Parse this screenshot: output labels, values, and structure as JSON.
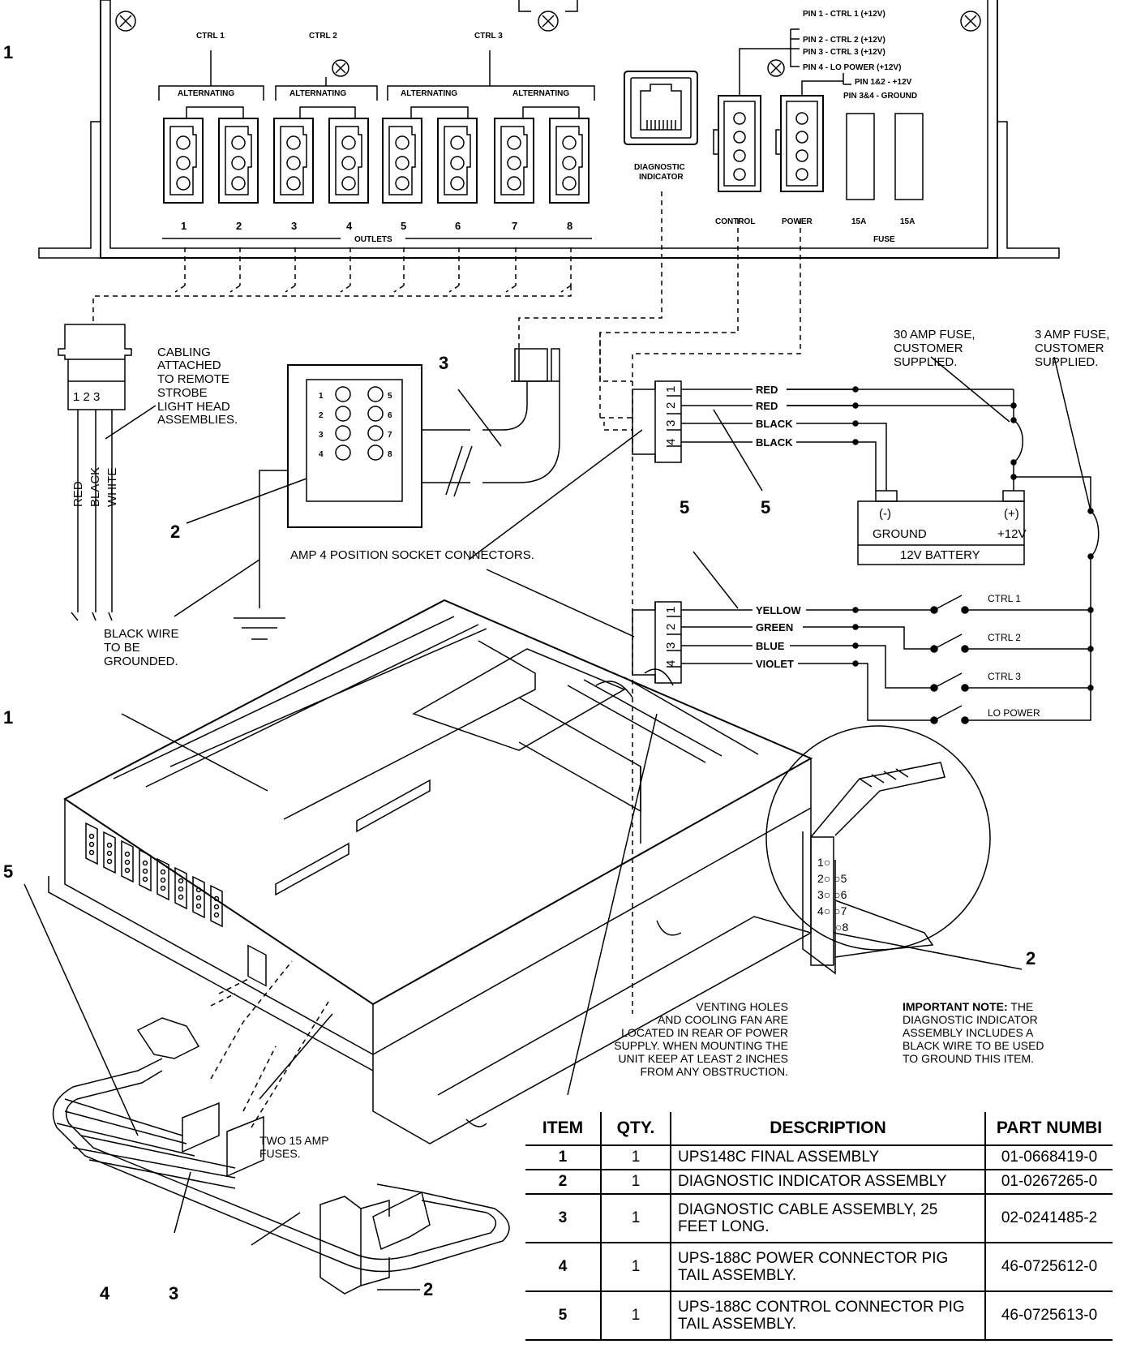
{
  "panel": {
    "ctrl_groups": [
      "CTRL 1",
      "CTRL 2",
      "CTRL 3"
    ],
    "alternating_label": "ALTERNATING",
    "outlet_numbers": [
      "1",
      "2",
      "3",
      "4",
      "5",
      "6",
      "7",
      "8"
    ],
    "outlets_label": "OUTLETS",
    "diagnostic_label_1": "DIAGNOSTIC",
    "diagnostic_label_2": "INDICATOR",
    "control_label": "CONTROL",
    "power_label": "POWER",
    "fuse_rating_1": "15A",
    "fuse_rating_2": "15A",
    "fuse_label": "FUSE",
    "control_pins": [
      "PIN 1 - CTRL 1 (+12V)",
      "PIN 2 - CTRL 2 (+12V)",
      "PIN 3 - CTRL 3 (+12V)",
      "PIN 4 - LO POWER (+12V)"
    ],
    "power_pins": [
      "PIN 1&2 - +12V",
      "PIN 3&4 - GROUND"
    ]
  },
  "cabling": {
    "pins": "1 2 3",
    "note": [
      "CABLING",
      "ATTACHED",
      "TO REMOTE",
      "STROBE",
      "LIGHT HEAD",
      "ASSEMBLIES."
    ],
    "wires": [
      "RED",
      "BLACK",
      "WHITE"
    ],
    "ground_note": [
      "BLACK WIRE",
      "TO BE",
      "GROUNDED."
    ]
  },
  "indicator": {
    "pins_left": [
      "1",
      "2",
      "3",
      "4"
    ],
    "pins_right": [
      "5",
      "6",
      "7",
      "8"
    ]
  },
  "amp_label": "AMP 4 POSITION SOCKET CONNECTORS.",
  "power_connector": {
    "pins": [
      "1",
      "2",
      "3",
      "4"
    ],
    "wires": [
      "RED",
      "RED",
      "BLACK",
      "BLACK"
    ]
  },
  "control_connector": {
    "pins": [
      "1",
      "2",
      "3",
      "4"
    ],
    "wires": [
      "YELLOW",
      "GREEN",
      "BLUE",
      "VIOLET"
    ]
  },
  "fuse30": [
    "30 AMP FUSE,",
    "CUSTOMER",
    "SUPPLIED."
  ],
  "fuse3": [
    "3 AMP FUSE,",
    "CUSTOMER",
    "SUPPLIED."
  ],
  "battery": {
    "neg": "(-)",
    "pos": "(+)",
    "ground": "GROUND",
    "v12": "+12V",
    "label": "12V BATTERY"
  },
  "switches": [
    "CTRL 1",
    "CTRL 2",
    "CTRL 3",
    "LO POWER"
  ],
  "callouts": {
    "c1_top": "1",
    "c3_top": "3",
    "c2_top": "2",
    "c5a": "5",
    "c5b": "5",
    "c1_mid": "1",
    "c2_round": "2",
    "c5_bottom": "5",
    "c4": "4",
    "c3_bottom": "3",
    "c2_bottom": "2"
  },
  "venting_note": [
    "VENTING HOLES",
    "AND COOLING FAN ARE",
    "LOCATED IN REAR OF POWER",
    "SUPPLY. WHEN MOUNTING THE",
    "UNIT KEEP AT LEAST 2 INCHES",
    "FROM ANY OBSTRUCTION."
  ],
  "important_note": {
    "bold": "IMPORTANT NOTE:",
    "rest": " THE",
    "lines": [
      "DIAGNOSTIC INDICATOR",
      "ASSEMBLY INCLUDES A",
      "BLACK WIRE TO BE USED",
      "TO GROUND THIS ITEM."
    ]
  },
  "fuses_note": [
    "TWO 15 AMP",
    "FUSES."
  ],
  "parts_table": {
    "headers": [
      "ITEM",
      "QTY.",
      "DESCRIPTION",
      "PART NUMBI"
    ],
    "rows": [
      {
        "item": "1",
        "qty": "1",
        "desc": "UPS148C FINAL ASSEMBLY",
        "part": "01-0668419-0"
      },
      {
        "item": "2",
        "qty": "1",
        "desc": "DIAGNOSTIC INDICATOR ASSEMBLY",
        "part": "01-0267265-0"
      },
      {
        "item": "3",
        "qty": "1",
        "desc": "DIAGNOSTIC CABLE ASSEMBLY, 25 FEET LONG.",
        "part": "02-0241485-2"
      },
      {
        "item": "4",
        "qty": "1",
        "desc": "UPS-188C POWER CONNECTOR PIG TAIL ASSEMBLY.",
        "part": "46-0725612-0"
      },
      {
        "item": "5",
        "qty": "1",
        "desc": "UPS-188C CONTROL CONNECTOR PIG TAIL ASSEMBLY.",
        "part": "46-0725613-0"
      }
    ]
  }
}
